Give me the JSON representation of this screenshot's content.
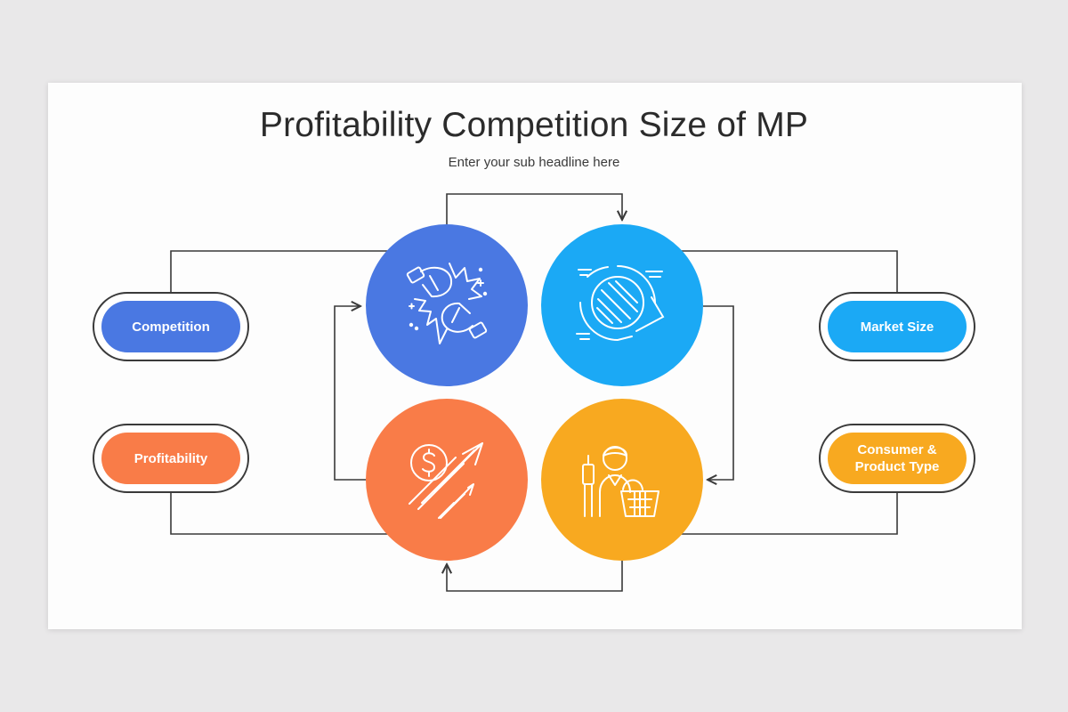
{
  "title": "Profitability Competition Size of MP",
  "subtitle": "Enter your sub headline here",
  "nodes": {
    "competition": {
      "label": "Competition",
      "color": "#4a78e2",
      "icon": "boxing-gloves-icon"
    },
    "market_size": {
      "label": "Market Size",
      "color": "#1ba9f5",
      "icon": "pie-chart-icon"
    },
    "profitability": {
      "label": "Profitability",
      "color": "#f97c48",
      "icon": "dollar-growth-arrow-icon"
    },
    "consumer_product": {
      "label": "Consumer &\nProduct Type",
      "color": "#f8a920",
      "icon": "shopper-basket-icon"
    }
  },
  "colors": {
    "line": "#3a3a3a",
    "background": "#e9e8e9",
    "slide": "#fdfdfd"
  }
}
